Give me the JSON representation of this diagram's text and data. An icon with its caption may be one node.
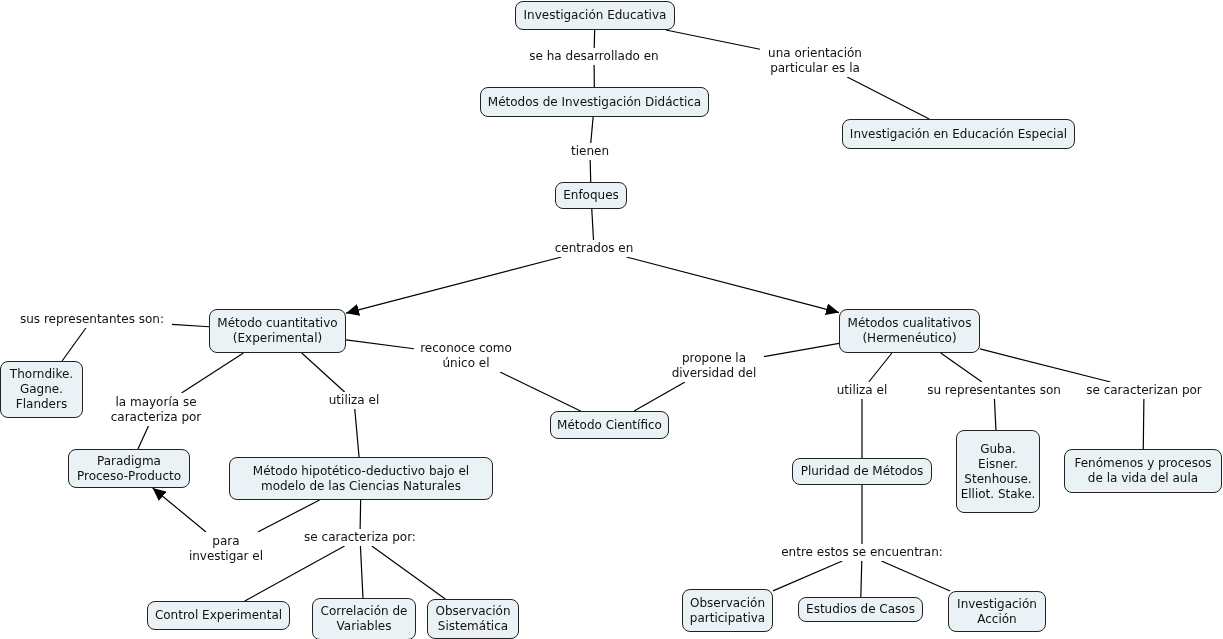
{
  "diagram": {
    "nodes": [
      {
        "text": [
          "Investigación Educativa"
        ]
      },
      {
        "text": [
          "se ha desarrollado en"
        ]
      },
      {
        "text": [
          "una orientación particular es la"
        ]
      },
      {
        "text": [
          "Métodos de Investigación Didáctica"
        ]
      },
      {
        "text": [
          "Investigación en Educación Especial"
        ]
      },
      {
        "text": [
          "tienen"
        ]
      },
      {
        "text": [
          "Enfoques"
        ]
      },
      {
        "text": [
          "centrados en"
        ]
      },
      {
        "text": [
          "Método cuantitativo (Experimental)"
        ]
      },
      {
        "text": [
          "Métodos cualitativos (Hermenéutico)"
        ]
      },
      {
        "text": [
          "sus representantes son:"
        ]
      },
      {
        "text": [
          "Thorndike. Gagne. Flanders"
        ]
      },
      {
        "text": [
          "reconoce como único el"
        ]
      },
      {
        "text": [
          "propone la diversidad del"
        ]
      },
      {
        "text": [
          "la mayoría se caracteriza por"
        ]
      },
      {
        "text": [
          "utiliza el"
        ]
      },
      {
        "text": [
          "utiliza el"
        ]
      },
      {
        "text": [
          "su representantes son"
        ]
      },
      {
        "text": [
          "se caracterizan por"
        ]
      },
      {
        "text": [
          "Método Científico"
        ]
      },
      {
        "text": [
          "Guba. Eisner. Stenhouse. Elliot. Stake."
        ]
      },
      {
        "text": [
          "Paradigma Proceso-Producto"
        ]
      },
      {
        "text": [
          "Método hipotético-deductivo bajo el modelo de las Ciencias Naturales"
        ]
      },
      {
        "text": [
          "Pluridad de Métodos"
        ]
      },
      {
        "text": [
          "Fenómenos y procesos de la vida del aula"
        ]
      },
      {
        "text": [
          "para investigar el"
        ]
      },
      {
        "text": [
          "se caracteriza por:"
        ]
      },
      {
        "text": [
          "entre estos se encuentran:"
        ]
      },
      {
        "text": [
          "Control Experimental"
        ]
      },
      {
        "text": [
          "Correlación de Variables"
        ]
      },
      {
        "text": [
          "Observación Sistemática"
        ]
      },
      {
        "text": [
          "Observación participativa"
        ]
      },
      {
        "text": [
          "Estudios de Casos"
        ]
      },
      {
        "text": [
          "Investigación Acción"
        ]
      }
    ],
    "edges": [
      {
        "from": 0,
        "to": 1,
        "arrow": "none"
      },
      {
        "from": 1,
        "to": 3,
        "arrow": "none"
      },
      {
        "from": 0,
        "to": 2,
        "arrow": "none"
      },
      {
        "from": 2,
        "to": 4,
        "arrow": "none"
      },
      {
        "from": 3,
        "to": 5,
        "arrow": "none"
      },
      {
        "from": 5,
        "to": 6,
        "arrow": "none"
      },
      {
        "from": 6,
        "to": 7,
        "arrow": "none"
      },
      {
        "from": 7,
        "to": 8,
        "arrow": "to"
      },
      {
        "from": 7,
        "to": 9,
        "arrow": "to"
      },
      {
        "from": 8,
        "to": 10,
        "arrow": "none"
      },
      {
        "from": 10,
        "to": 11,
        "arrow": "none"
      },
      {
        "from": 8,
        "to": 12,
        "arrow": "none"
      },
      {
        "from": 12,
        "to": 19,
        "arrow": "none"
      },
      {
        "from": 9,
        "to": 13,
        "arrow": "none"
      },
      {
        "from": 13,
        "to": 19,
        "arrow": "none"
      },
      {
        "from": 8,
        "to": 14,
        "arrow": "none"
      },
      {
        "from": 14,
        "to": 21,
        "arrow": "none"
      },
      {
        "from": 8,
        "to": 15,
        "arrow": "none"
      },
      {
        "from": 15,
        "to": 22,
        "arrow": "none"
      },
      {
        "from": 9,
        "to": 16,
        "arrow": "none"
      },
      {
        "from": 16,
        "to": 23,
        "arrow": "none"
      },
      {
        "from": 9,
        "to": 17,
        "arrow": "none"
      },
      {
        "from": 17,
        "to": 20,
        "arrow": "none"
      },
      {
        "from": 9,
        "to": 18,
        "arrow": "none"
      },
      {
        "from": 18,
        "to": 24,
        "arrow": "none"
      },
      {
        "from": 22,
        "to": 25,
        "arrow": "none"
      },
      {
        "from": 25,
        "to": 21,
        "arrow": "to"
      },
      {
        "from": 22,
        "to": 26,
        "arrow": "none"
      },
      {
        "from": 26,
        "to": 28,
        "arrow": "none"
      },
      {
        "from": 26,
        "to": 29,
        "arrow": "none"
      },
      {
        "from": 26,
        "to": 30,
        "arrow": "none"
      },
      {
        "from": 23,
        "to": 27,
        "arrow": "none"
      },
      {
        "from": 27,
        "to": 31,
        "arrow": "none"
      },
      {
        "from": 27,
        "to": 32,
        "arrow": "none"
      },
      {
        "from": 27,
        "to": 33,
        "arrow": "none"
      }
    ]
  }
}
